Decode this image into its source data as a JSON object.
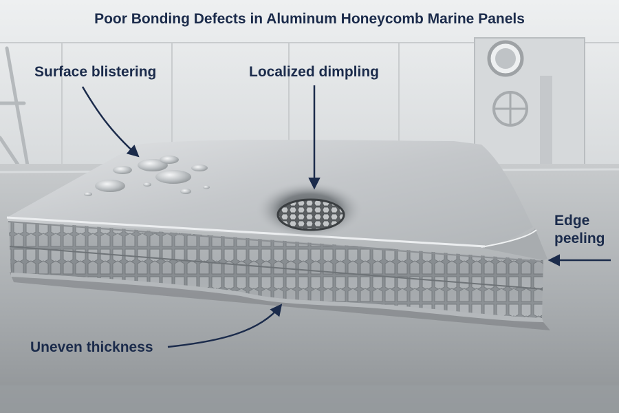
{
  "title": "Poor Bonding Defects in Aluminum Honeycomb Marine Panels",
  "labels": {
    "surface_blistering": "Surface blistering",
    "localized_dimpling": "Localized dimpling",
    "edge_peeling_line1": "Edge",
    "edge_peeling_line2": "peeling",
    "uneven_thickness": "Uneven thickness"
  },
  "colors": {
    "label_text": "#1b2b4b",
    "arrow": "#1b2b4b",
    "wall": "#e3e5e6",
    "steel_table": "#b9bdc0",
    "panel_skin": "#c9cccf",
    "honeycomb_core": "#8f9498"
  }
}
